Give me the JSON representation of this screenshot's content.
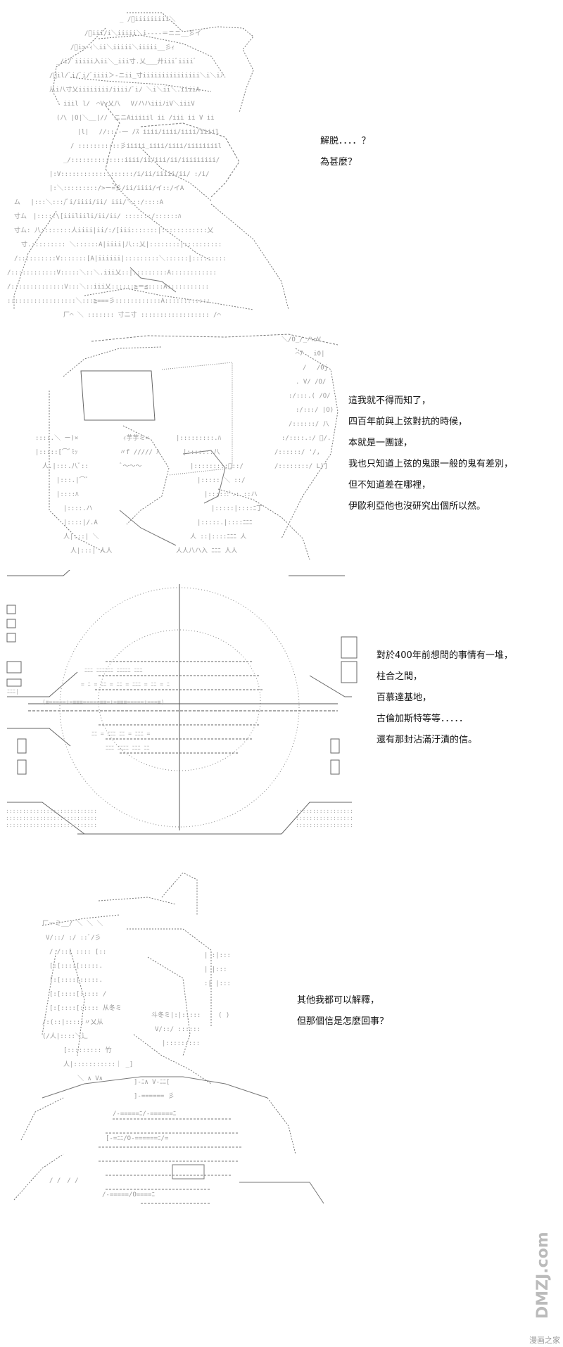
{
  "panels": [
    {
      "lines": [
        "解脱．．．．？",
        "為甚麼？"
      ]
    },
    {
      "lines": [
        "這我就不得而知了，",
        "四百年前與上弦對抗的時候，",
        "本就是一團謎，",
        "我也只知道上弦的鬼跟一般的鬼有差別，",
        "但不知道差在哪裡，",
        "伊歐利亞他也沒研究出個所以然。"
      ]
    },
    {
      "lines": [
        "對於400年前想問的事情有一堆，",
        "柱合之間，",
        "百慕達基地，",
        "古倫加斯特等等．．．．．",
        "還有那封沾滿汙漬的信。"
      ]
    },
    {
      "lines": [
        "其他我都可以解釋，",
        "但那個信是怎麼回事？"
      ]
    }
  ],
  "watermark": {
    "logo": "DMZJ.com",
    "site_text": "漫画之家"
  }
}
